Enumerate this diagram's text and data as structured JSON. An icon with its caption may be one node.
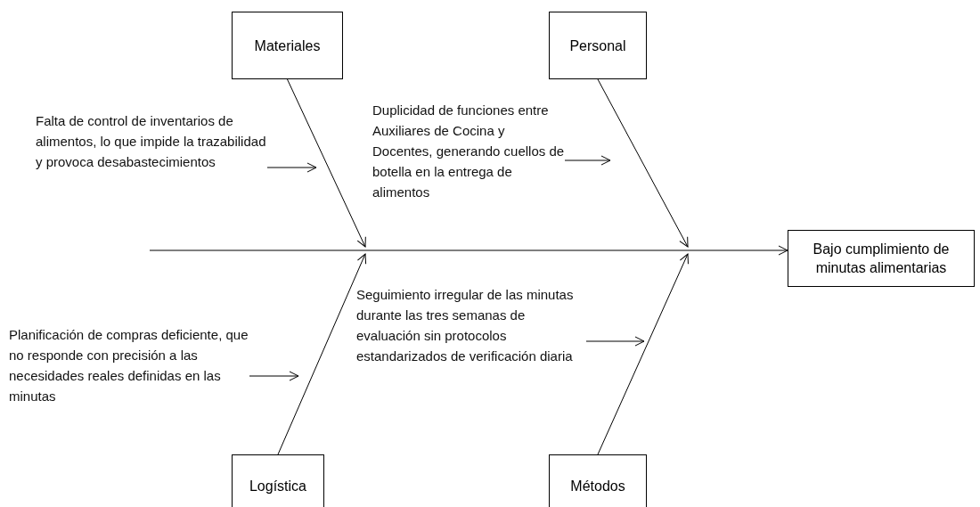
{
  "diagram": {
    "nodes": [
      {
        "text": [
          "Materiales"
        ]
      },
      {
        "text": [
          "Personal"
        ]
      },
      {
        "text": [
          "Bajo cumplimiento de minutas alimentarias"
        ]
      },
      {
        "text": [
          "Logística"
        ]
      },
      {
        "text": [
          "Métodos"
        ]
      },
      {
        "text": [
          "Falta de control de inventarios de alimentos, lo que impide la trazabilidad y provoca desabastecimientos"
        ]
      },
      {
        "text": [
          "Duplicidad de funciones entre Auxiliares de Cocina y Docentes, generando cuellos de botella en la entrega de alimentos"
        ]
      },
      {
        "text": [
          "Planificación de compras deficiente, que no responde con precisión a las necesidades reales definidas en las minutas"
        ]
      },
      {
        "text": [
          "Seguimiento irregular de las minutas durante las tres semanas de evaluación sin protocolos estandarizados de verificación diaria"
        ]
      }
    ],
    "edges": [
      {
        "from": 0,
        "to": null,
        "arrow": "to"
      },
      {
        "from": 1,
        "to": null,
        "arrow": "to"
      },
      {
        "from": 3,
        "to": null,
        "arrow": "to"
      },
      {
        "from": 4,
        "to": null,
        "arrow": "to"
      },
      {
        "from": 5,
        "to": null,
        "arrow": "to"
      },
      {
        "from": 6,
        "to": null,
        "arrow": "to"
      },
      {
        "from": 7,
        "to": null,
        "arrow": "to"
      },
      {
        "from": 8,
        "to": null,
        "arrow": "to"
      },
      {
        "from": null,
        "to": 2,
        "arrow": "to"
      }
    ]
  }
}
